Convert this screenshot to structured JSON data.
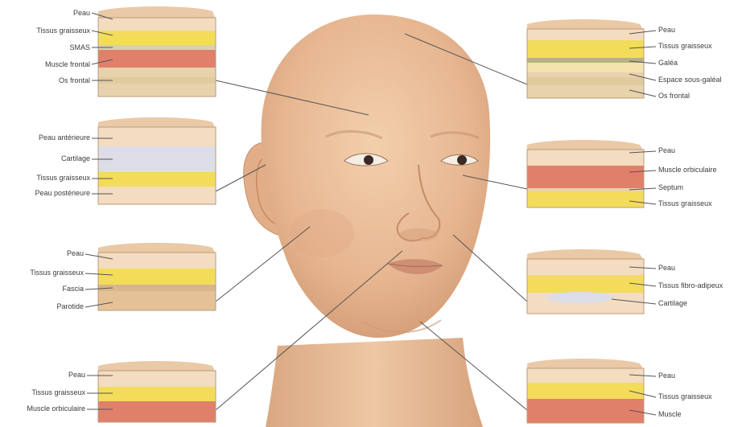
{
  "panels": {
    "front_tl": {
      "labels": [
        "Peau",
        "Tissus graisseux",
        "SMAS",
        "Muscle frontal",
        "Os frontal"
      ]
    },
    "ear_l": {
      "labels": [
        "Peau antérieure",
        "Cartilage",
        "Tissus graisseux",
        "Peau postérieure"
      ]
    },
    "cheek_l": {
      "labels": [
        "Peau",
        "Tissus graisseux",
        "Fascia",
        "Parotide"
      ]
    },
    "lip_l": {
      "labels": [
        "Peau",
        "Tissus graisseux",
        "Muscle orbiculaire"
      ]
    },
    "scalp_r": {
      "labels": [
        "Peau",
        "Tissus graisseux",
        "Galéa",
        "Espace sous-galéal",
        "Os frontal"
      ]
    },
    "eyelid_r": {
      "labels": [
        "Peau",
        "Muscle orbiculaire",
        "Septum",
        "Tissus graisseux"
      ]
    },
    "nose_r": {
      "labels": [
        "Peau",
        "Tissus fibro-adipeux",
        "Cartilage"
      ]
    },
    "chin_r": {
      "labels": [
        "Peau",
        "Tissus graisseux",
        "Muscle"
      ]
    }
  },
  "colors": {
    "skin": "#f3dcc0",
    "skin_top": "#e9c9a6",
    "fat": "#f2dc5a",
    "muscle": "#e0806a",
    "bone": "#e8d2ac",
    "cartilage": "#dcdde6",
    "leader": "#555555",
    "face": "#e9bd98",
    "face_shadow": "#d8a67f"
  }
}
